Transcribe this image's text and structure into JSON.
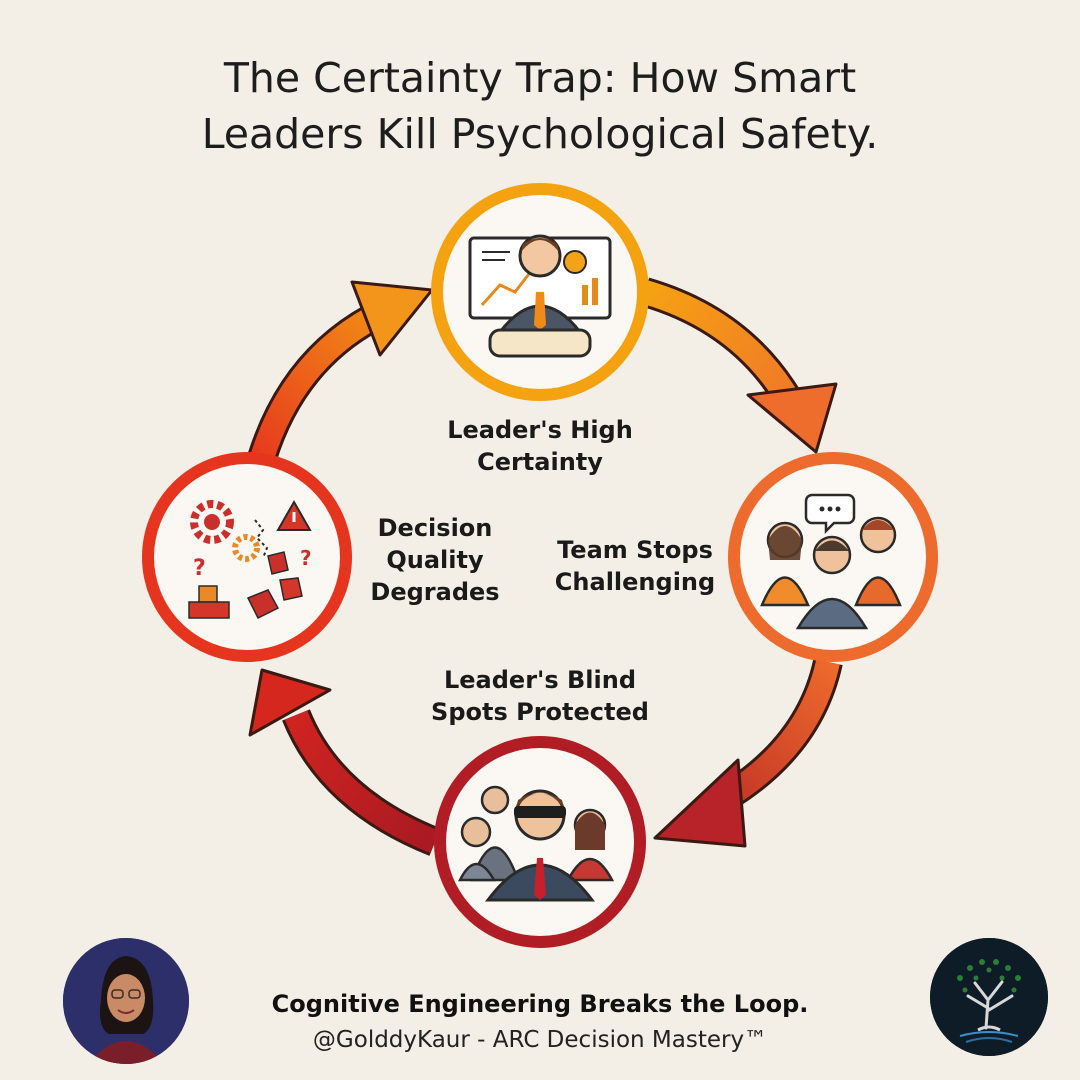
{
  "title": {
    "line1": "The Certainty Trap: How Smart",
    "line2": "Leaders Kill Psychological Safety."
  },
  "cycle": {
    "stages": [
      {
        "id": "high-certainty",
        "lines": [
          "Leader's High",
          "Certainty"
        ],
        "color": "#f5a211",
        "icon": "leader-presenting-icon"
      },
      {
        "id": "team-stops",
        "lines": [
          "Team Stops",
          "Challenging"
        ],
        "color": "#ee6b2e",
        "icon": "silent-team-icon"
      },
      {
        "id": "blind-spots",
        "lines": [
          "Leader's Blind",
          "Spots Protected"
        ],
        "color": "#b11d24",
        "icon": "blindfolded-leader-icon"
      },
      {
        "id": "quality-degrades",
        "lines": [
          "Decision",
          "Quality",
          "Degrades"
        ],
        "color": "#e5351f",
        "icon": "broken-process-icon"
      }
    ]
  },
  "footer": {
    "headline": "Cognitive Engineering Breaks the Loop.",
    "byline": "@GolddyKaur - ARC Decision Mastery™"
  },
  "avatar": {
    "icon": "author-avatar"
  },
  "logo": {
    "icon": "tree-logo-icon"
  }
}
